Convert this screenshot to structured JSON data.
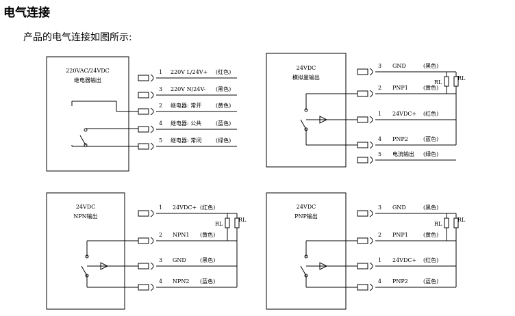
{
  "heading": "电气连接",
  "intro": "产品的电气连接如图所示:",
  "diagrams": [
    {
      "id": "relay",
      "header": [
        "220VAC/24VDC",
        "继电器输出"
      ],
      "pins": [
        {
          "num": "1",
          "label": "220V L/24V+",
          "color": "(红色)"
        },
        {
          "num": "3",
          "label": "220V N/24V-",
          "color": "(黑色)"
        },
        {
          "num": "2",
          "label": "继电器: 常开",
          "color": "(黄色)"
        },
        {
          "num": "4",
          "label": "继电器: 公共",
          "color": "(蓝色)"
        },
        {
          "num": "5",
          "label": "继电器: 常闭",
          "color": "(绿色)"
        }
      ]
    },
    {
      "id": "analog",
      "header": [
        "24VDC",
        "模拟量输出"
      ],
      "rl": "RL",
      "pins": [
        {
          "num": "3",
          "label": "GND",
          "color": "(黑色)"
        },
        {
          "num": "2",
          "label": "PNP1",
          "color": "(黄色)"
        },
        {
          "num": "1",
          "label": "24VDC+",
          "color": "(红色)"
        },
        {
          "num": "4",
          "label": "PNP2",
          "color": "(蓝色)"
        },
        {
          "num": "5",
          "label": "电流输出",
          "color": "(绿色)"
        }
      ]
    },
    {
      "id": "npn",
      "header": [
        "24VDC",
        "NPN输出"
      ],
      "rl": "RL",
      "pins": [
        {
          "num": "1",
          "label": "24VDC+",
          "color": "(红色)"
        },
        {
          "num": "2",
          "label": "NPN1",
          "color": "(黄色)"
        },
        {
          "num": "3",
          "label": "GND",
          "color": "(黑色)"
        },
        {
          "num": "4",
          "label": "NPN2",
          "color": "(蓝色)"
        }
      ]
    },
    {
      "id": "pnp",
      "header": [
        "24VDC",
        "PNP输出"
      ],
      "rl": "RL",
      "pins": [
        {
          "num": "3",
          "label": "GND",
          "color": "(黑色)"
        },
        {
          "num": "2",
          "label": "PNP1",
          "color": "(黄色)"
        },
        {
          "num": "1",
          "label": "24VDC+",
          "color": "(红色)"
        },
        {
          "num": "4",
          "label": "PNP2",
          "color": "(蓝色)"
        }
      ]
    }
  ]
}
